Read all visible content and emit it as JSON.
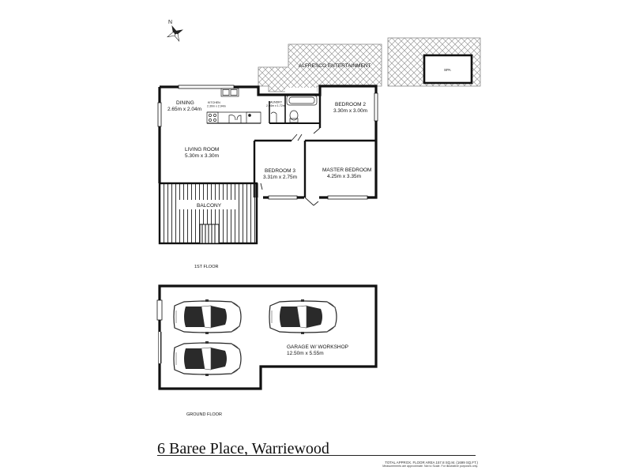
{
  "compass": {
    "north_label": "N"
  },
  "rooms": {
    "alfresco": {
      "name": "ALFRESCO ENTERTAINMENT"
    },
    "spa": {
      "name": "SPA"
    },
    "dining": {
      "name": "DINING",
      "size": "2.65m x 2.04m"
    },
    "kitchen": {
      "name": "KITCHEN",
      "size": "2.30m x 2.94m"
    },
    "laundry": {
      "name": "LAUNDRY",
      "size": "2.04m x 1.72m"
    },
    "bedroom2": {
      "name": "BEDROOM 2",
      "size": "3.30m x 3.00m"
    },
    "living": {
      "name": "LIVING ROOM",
      "size": "5.30m x 3.30m"
    },
    "bedroom3": {
      "name": "BEDROOM 3",
      "size": "3.31m x 2.75m"
    },
    "master": {
      "name": "MASTER BEDROOM",
      "size": "4.25m x 3.35m"
    },
    "balcony": {
      "name": "BALCONY"
    },
    "garage": {
      "name": "GARAGE W/ WORKSHOP",
      "size": "12.50m x 5.55m"
    }
  },
  "floor_labels": {
    "first": "1ST FLOOR",
    "ground": "GROUND FLOOR"
  },
  "footer": {
    "address": "6 Baree Place, Warriewood",
    "area_note": "TOTAL APPROX. FLOOR AREA 157.8 SQ.M. (1699 SQ.FT.)",
    "disclaimer": "Measurements are approximate. Not to Scale. For illustrative purposes only."
  }
}
